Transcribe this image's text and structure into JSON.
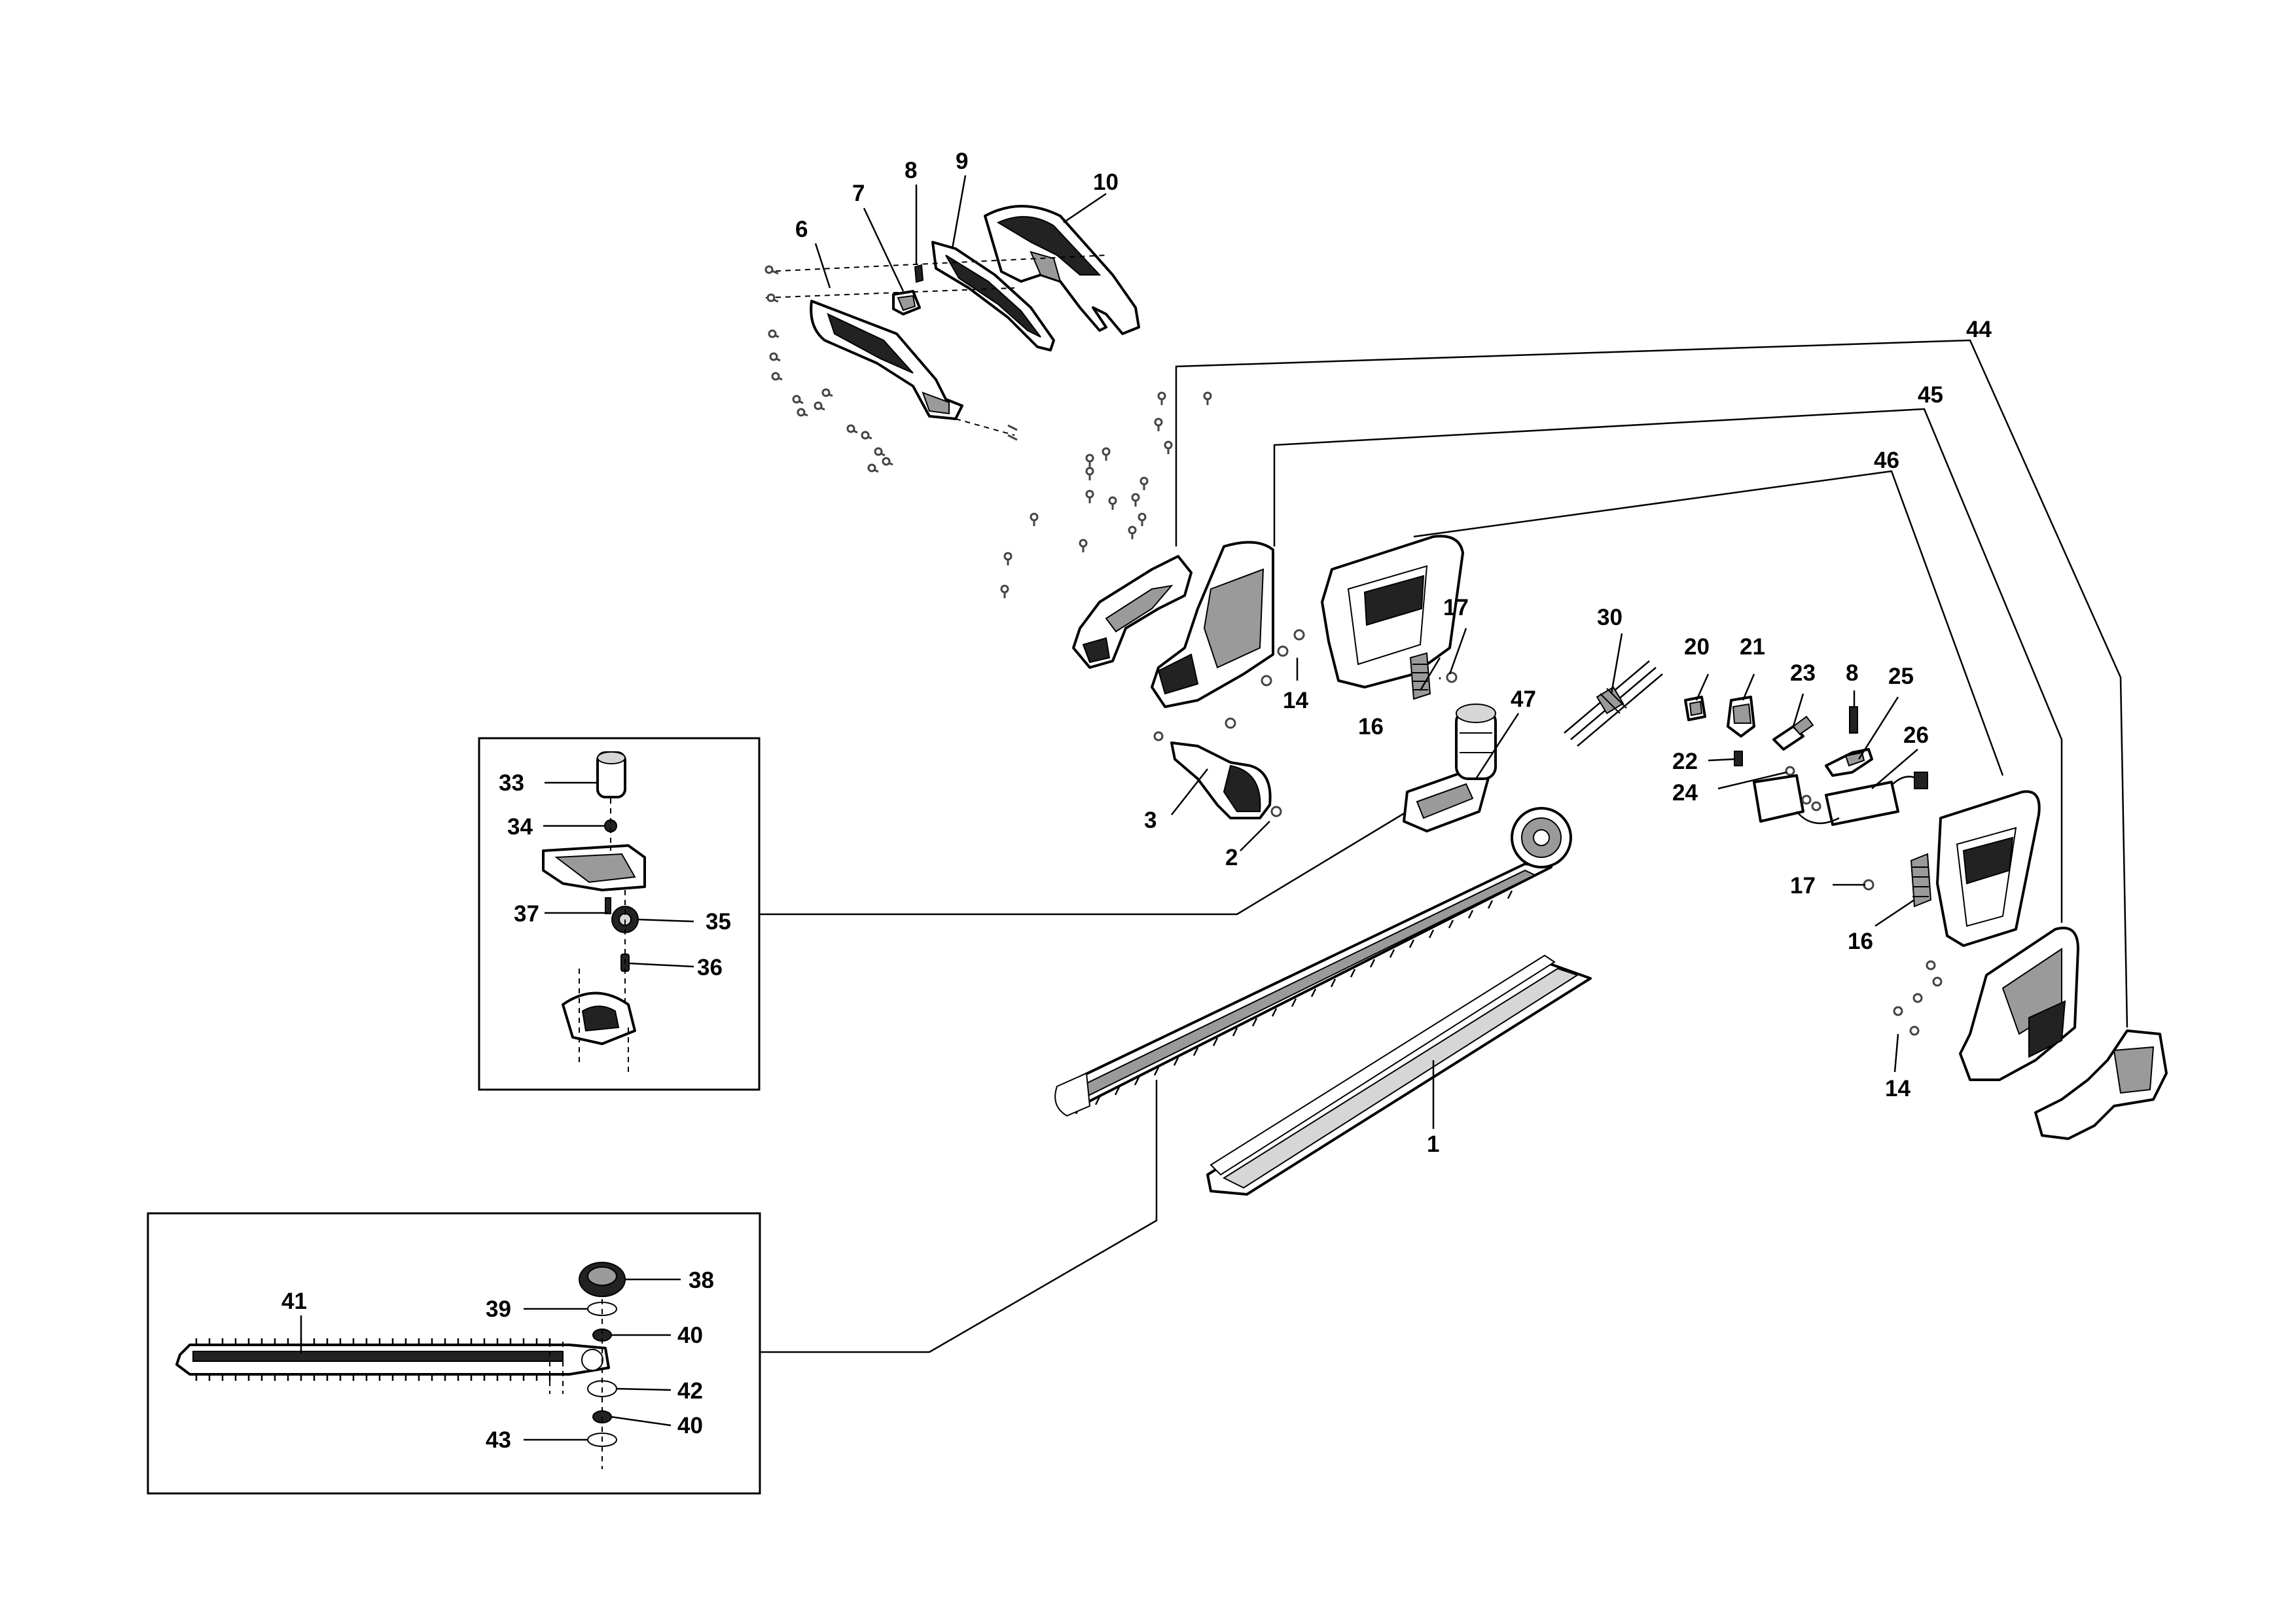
{
  "labels": {
    "p1": "1",
    "p2": "2",
    "p3": "3",
    "p6": "6",
    "p7": "7",
    "p8a": "8",
    "p8b": "8",
    "p9": "9",
    "p10": "10",
    "p14a": "14",
    "p14b": "14",
    "p16a": "16",
    "p16b": "16",
    "p17a": "17",
    "p17b": "17",
    "p20": "20",
    "p21": "21",
    "p22": "22",
    "p23": "23",
    "p24": "24",
    "p25": "25",
    "p26": "26",
    "p30": "30",
    "p33": "33",
    "p34": "34",
    "p35": "35",
    "p36": "36",
    "p37": "37",
    "p38": "38",
    "p39": "39",
    "p40a": "40",
    "p40b": "40",
    "p41": "41",
    "p42": "42",
    "p43": "43",
    "p44": "44",
    "p45": "45",
    "p46": "46",
    "p47": "47"
  }
}
